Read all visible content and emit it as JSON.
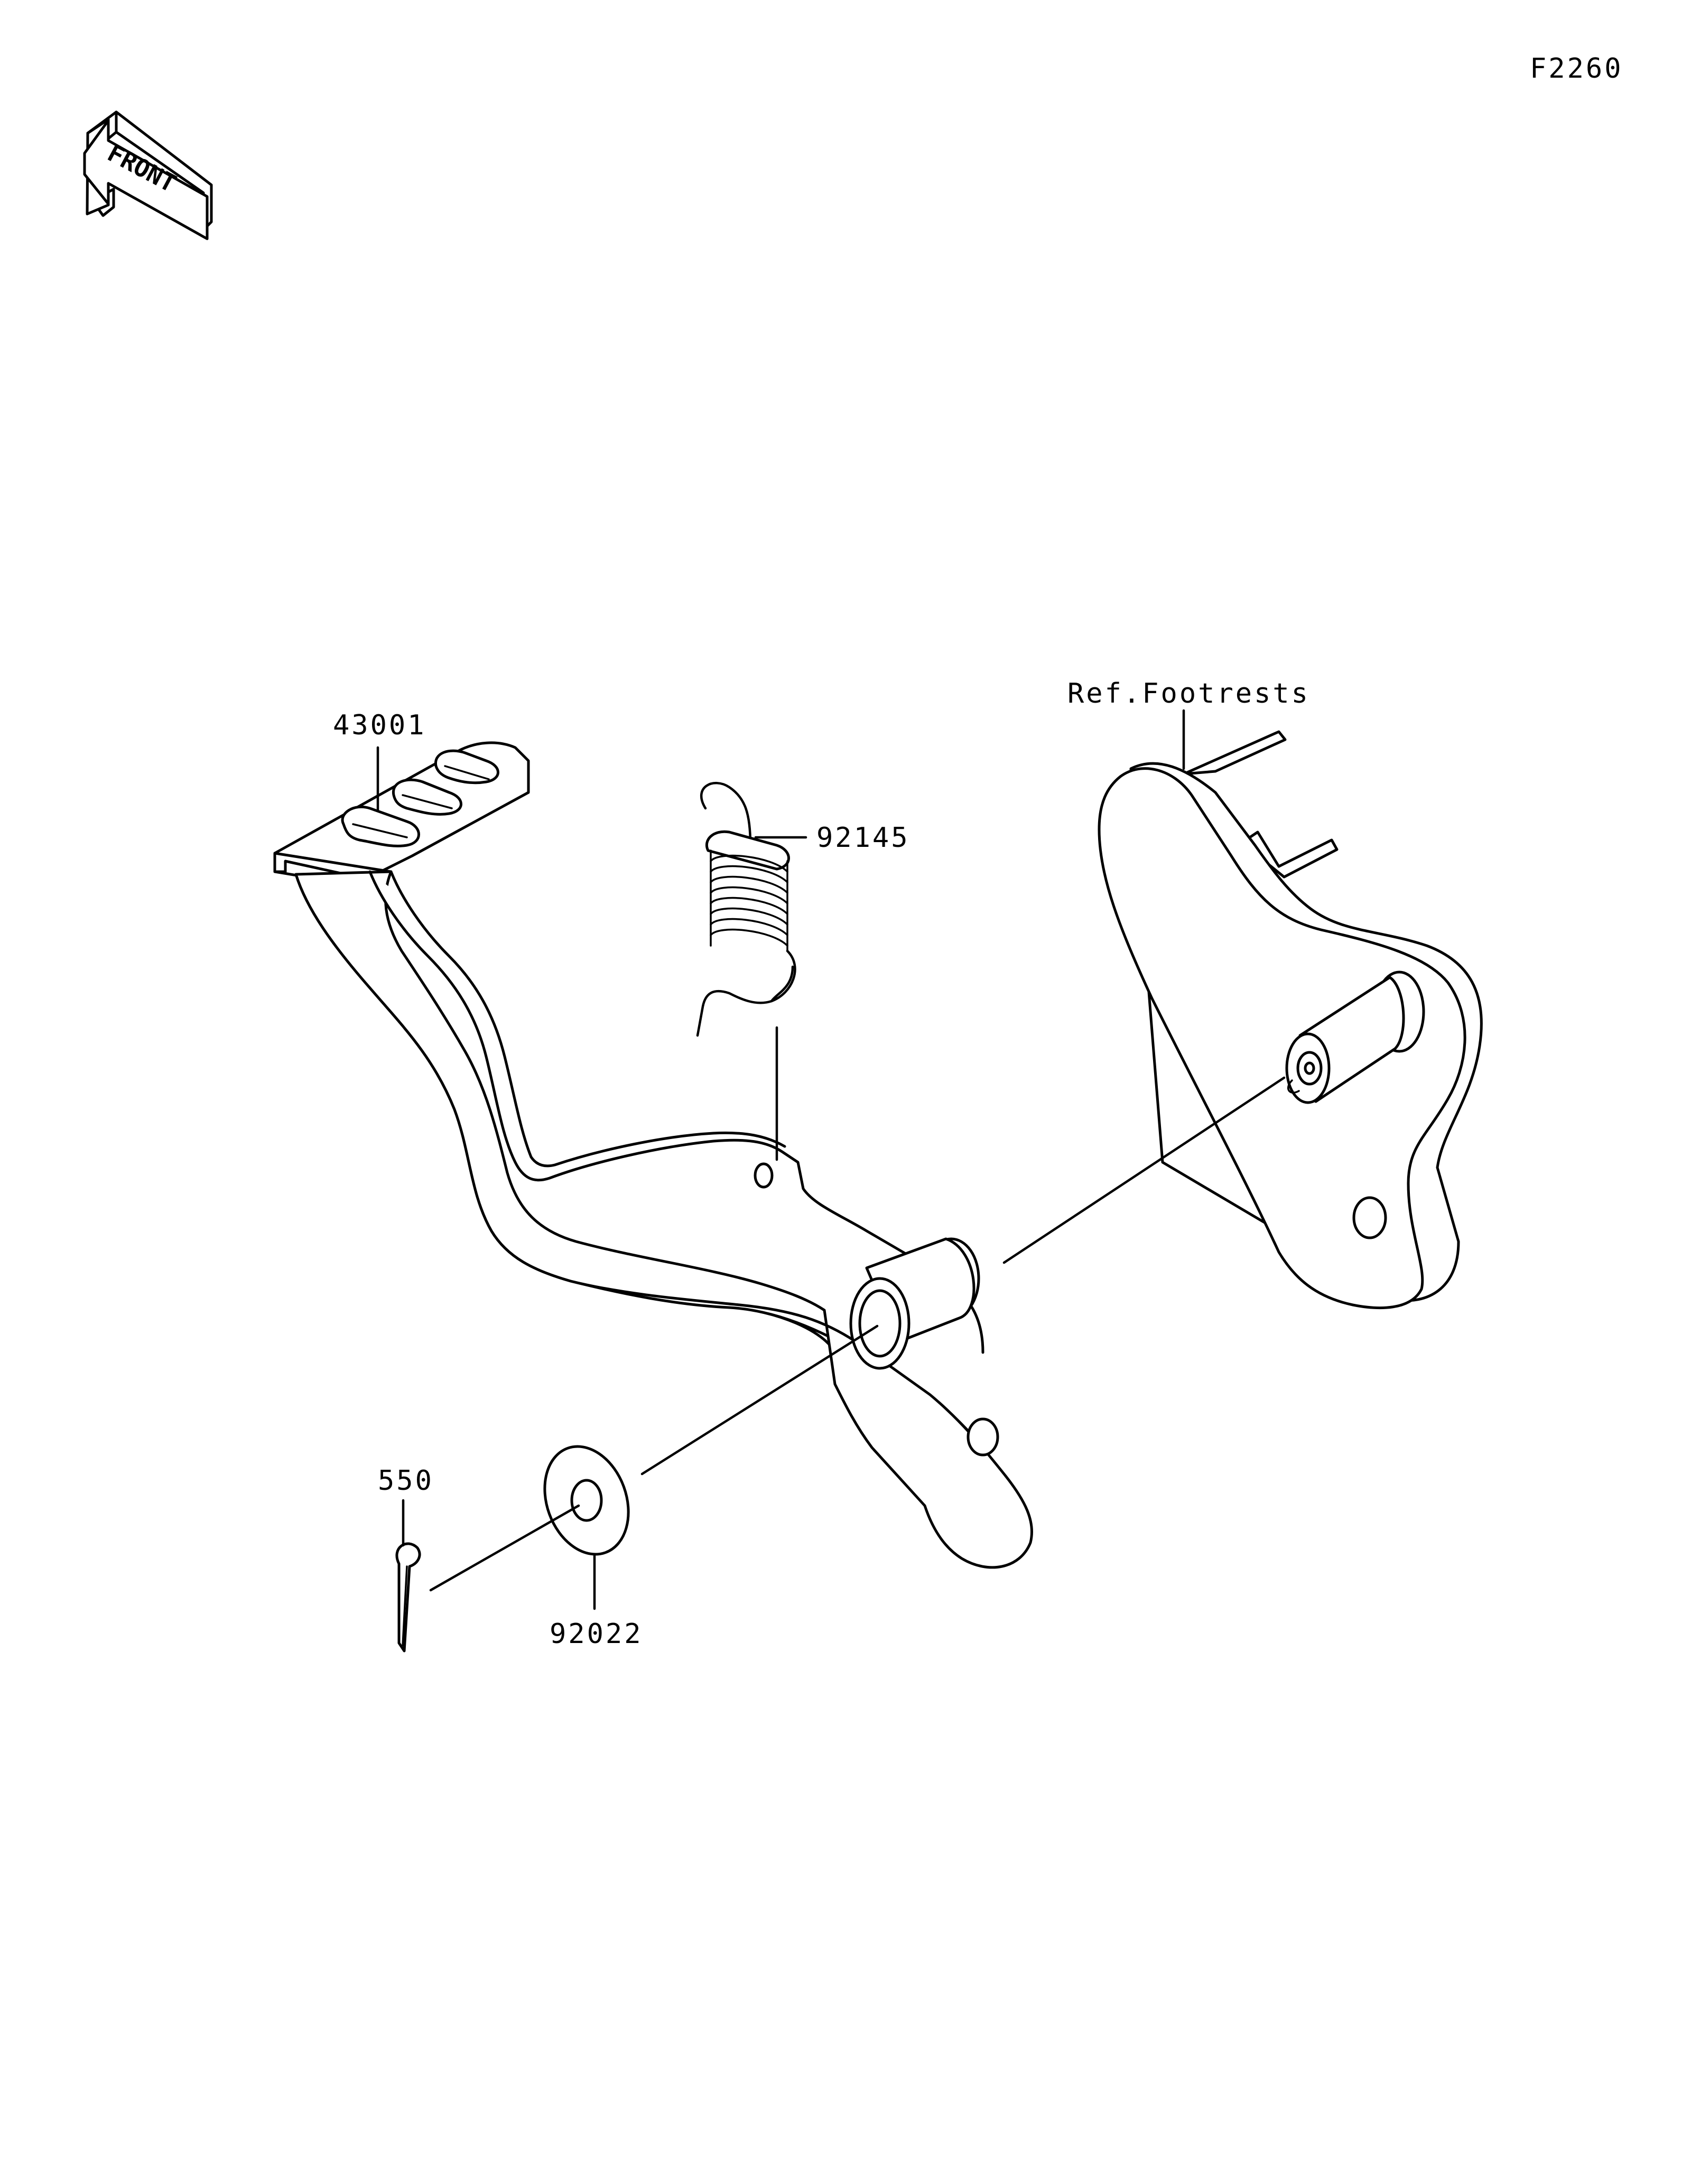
{
  "figure_id": "F2260",
  "front_badge": {
    "text": "FRONT",
    "icon": "front-arrow-icon"
  },
  "callouts": {
    "brake_pedal": "43001",
    "spring": "92145",
    "footrests_ref": "Ref.Footrests",
    "cotter_pin": "550",
    "washer": "92022"
  }
}
